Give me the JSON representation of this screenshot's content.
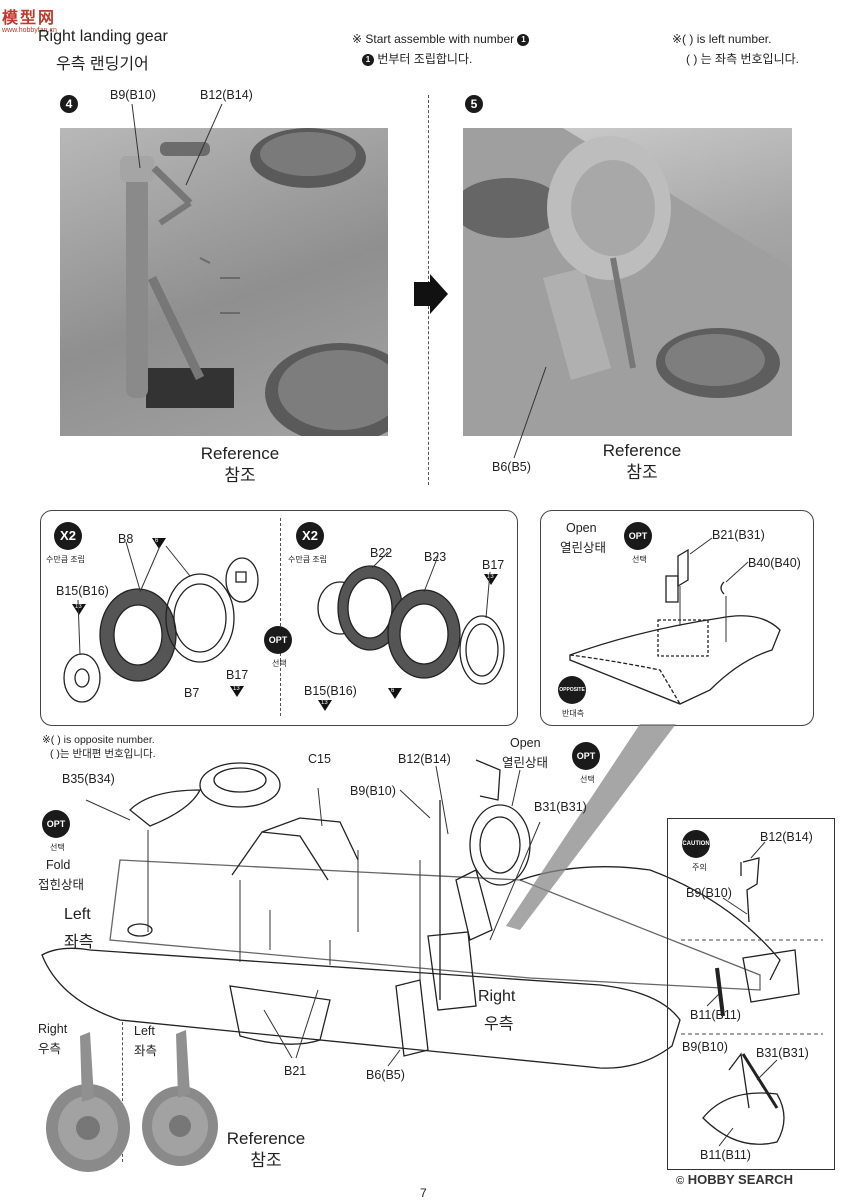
{
  "logo": {
    "text": "模型网",
    "subtext": "www.hobbyfan.cn"
  },
  "header": {
    "title_en": "Right landing gear",
    "title_ko": "우측 랜딩기어",
    "center_line1": "※ Start assemble with number",
    "center_line2": "번부터 조립합니다.",
    "right_line1": "※(   ) is left number.",
    "right_line2": "(   ) 는 좌측 번호입니다."
  },
  "steps": {
    "step4": {
      "number": "4",
      "label_a": "B9(B10)",
      "label_b": "B12(B14)",
      "ref_en": "Reference",
      "ref_ko": "참조"
    },
    "step5": {
      "number": "5",
      "label_a": "B6(B5)",
      "ref_en": "Reference",
      "ref_ko": "참조"
    }
  },
  "wheel_panel": {
    "badge_left": {
      "text": "X2",
      "caption": "수만큼 조립"
    },
    "badge_right": {
      "text": "X2",
      "caption": "수만큼 조립"
    },
    "opt": {
      "text": "OPT",
      "caption": "선택"
    },
    "parts_left": [
      "B8",
      "B15(B16)",
      "B7",
      "B17"
    ],
    "parts_right": [
      "B22",
      "B23",
      "B17",
      "B15(B16)"
    ],
    "tri_values": [
      "6",
      "13",
      "13",
      "13",
      "6",
      "13"
    ]
  },
  "bay_panel": {
    "open_en": "Open",
    "open_ko": "열린상태",
    "opt": {
      "text": "OPT",
      "caption": "선택"
    },
    "opposite": {
      "text": "OPPOSITE",
      "caption": "반대측"
    },
    "parts": [
      "B21(B31)",
      "B40(B40)"
    ]
  },
  "note_opposite": {
    "line1": "※(  ) is opposite number.",
    "line2": "(  )는 반대편 번호입니다."
  },
  "main_diagram": {
    "labels": [
      "B35(B34)",
      "C15",
      "B12(B14)",
      "B9(B10)",
      "B31(B31)",
      "B21",
      "B6(B5)"
    ],
    "open_en": "Open",
    "open_ko": "열린상태",
    "opt_left": {
      "text": "OPT",
      "caption": "선택"
    },
    "opt_right": {
      "text": "OPT",
      "caption": "선택"
    },
    "fold_en": "Fold",
    "fold_ko": "접힌상태",
    "left_en": "Left",
    "left_ko": "좌측",
    "right_en": "Right",
    "right_ko": "우측"
  },
  "caution_box": {
    "badge": {
      "text": "CAUTION",
      "caption": "주의"
    },
    "labels": [
      "B12(B14)",
      "B9(B10)",
      "B11(B11)",
      "B9(B10)",
      "B31(B31)",
      "B11(B11)"
    ]
  },
  "bottom_photos": {
    "right_en": "Right",
    "right_ko": "우측",
    "left_en": "Left",
    "left_ko": "좌측",
    "ref_en": "Reference",
    "ref_ko": "참조"
  },
  "watermark": "HOBBY SEARCH",
  "page_number": "7"
}
